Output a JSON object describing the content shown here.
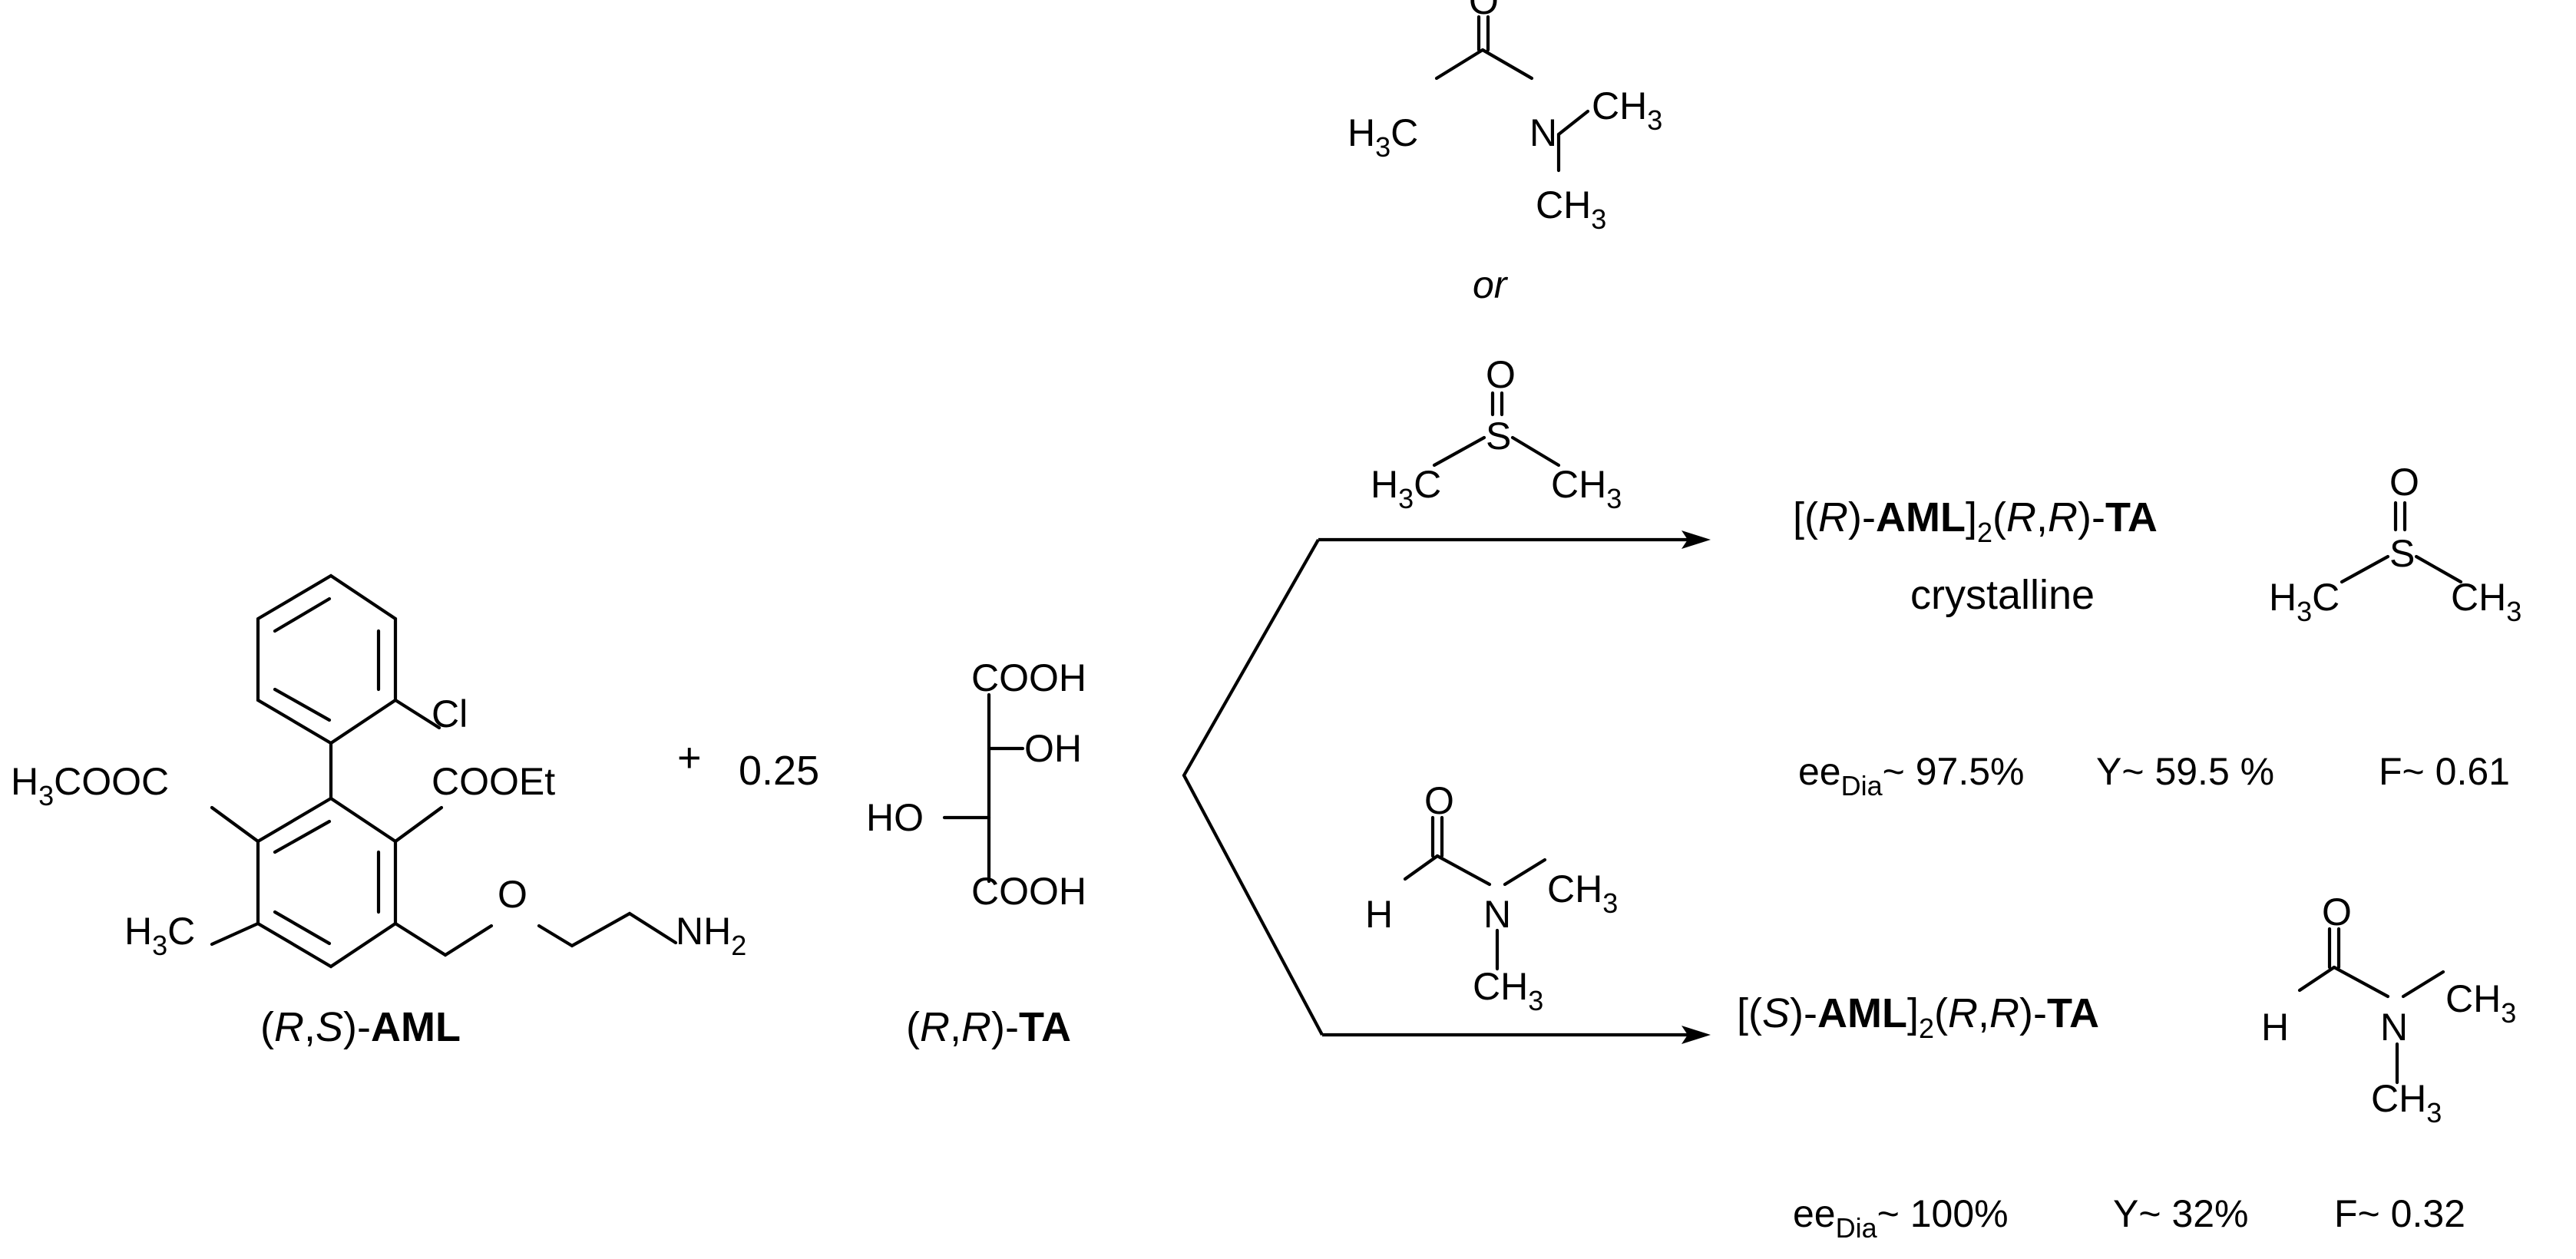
{
  "reactant_amlodipine": {
    "label_pre": "(",
    "label_R": "R",
    "label_comma": ",",
    "label_S": "S",
    "label_mid": ")-",
    "label_bold": "AML",
    "cl": "Cl",
    "ester_left_a": "H",
    "ester_left_sub": "3",
    "ester_left_b": "COOC",
    "ester_right": "COOEt",
    "methyl_a": "H",
    "methyl_sub": "3",
    "methyl_b": "C",
    "oxygen": "O",
    "amine_a": "NH",
    "amine_sub": "2"
  },
  "plus_sign": "+",
  "equivalents": "0.25",
  "reactant_tartaric": {
    "label_pre": "(",
    "label_R1": "R",
    "label_comma": ",",
    "label_R2": "R",
    "label_mid": ")-",
    "label_bold": "TA",
    "cooh_top": "COOH",
    "oh_right": "OH",
    "ho_left": "HO",
    "cooh_bottom": "COOH"
  },
  "dma": {
    "o": "O",
    "h3c_a": "H",
    "h3c_sub": "3",
    "h3c_b": "C",
    "n": "N",
    "ch3_a": "CH",
    "ch3_sub": "3",
    "ch3b_a": "CH",
    "ch3b_sub": "3"
  },
  "or_text": "or",
  "dmso_reagent": {
    "o": "O",
    "s": "S",
    "h3c_a": "H",
    "h3c_sub": "3",
    "h3c_b": "C",
    "ch3_a": "CH",
    "ch3_sub": "3"
  },
  "dmf_reagent": {
    "o": "O",
    "h": "H",
    "n": "N",
    "ch3_a": "CH",
    "ch3_sub": "3",
    "ch3b_a": "CH",
    "ch3b_sub": "3"
  },
  "product_top": {
    "p1": "[(",
    "p2": "R",
    "p3": ")-",
    "p4": "AML",
    "p5": "]",
    "p6": "2",
    "p7": "(",
    "p8": "R",
    "p9": ",",
    "p10": "R",
    "p11": ")-",
    "p12": "TA",
    "state": "crystalline",
    "solvate_o": "O",
    "solvate_s": "S",
    "solvate_h3c_a": "H",
    "solvate_h3c_sub": "3",
    "solvate_h3c_b": "C",
    "solvate_ch3_a": "CH",
    "solvate_ch3_sub": "3",
    "ee_a": "ee",
    "ee_sub": "Dia",
    "ee_b": "~ 97.5%",
    "yield": "Y~ 59.5 %",
    "f": "F~ 0.61"
  },
  "product_bottom": {
    "p1": "[(",
    "p2": "S",
    "p3": ")-",
    "p4": "AML",
    "p5": "]",
    "p6": "2",
    "p7": "(",
    "p8": "R",
    "p9": ",",
    "p10": "R",
    "p11": ")-",
    "p12": "TA",
    "solvate_o": "O",
    "solvate_h": "H",
    "solvate_n": "N",
    "solvate_ch3_a": "CH",
    "solvate_ch3_sub": "3",
    "solvate_ch3b_a": "CH",
    "solvate_ch3b_sub": "3",
    "ee_a": "ee",
    "ee_sub": "Dia",
    "ee_b": "~ 100%",
    "yield": "Y~ 32%",
    "f": "F~ 0.32"
  }
}
